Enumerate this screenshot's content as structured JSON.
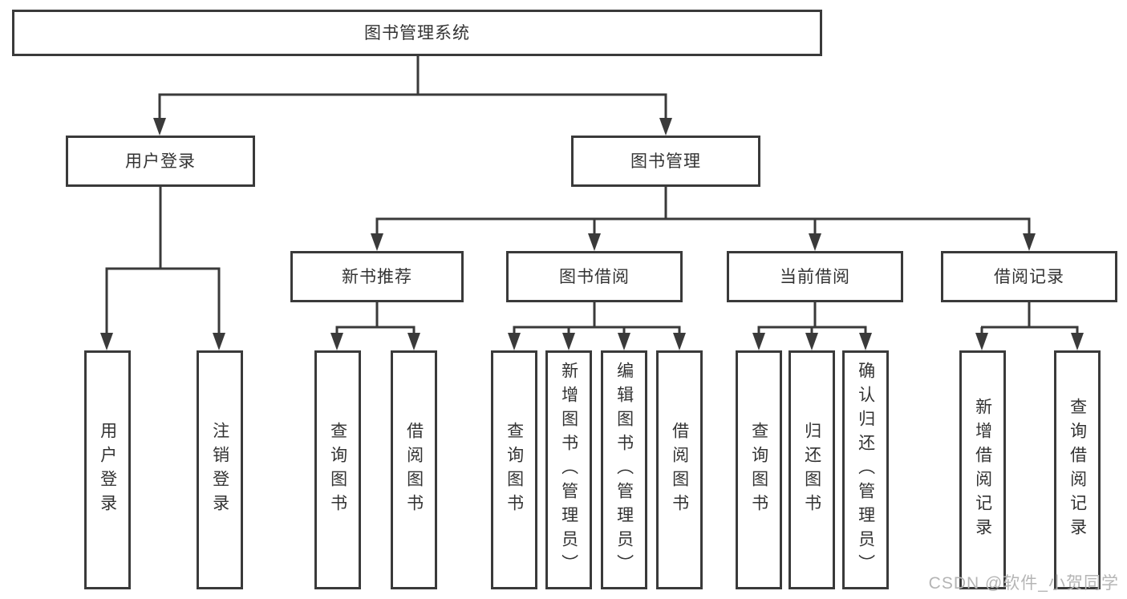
{
  "tree": {
    "root": "图书管理系统",
    "branches": [
      {
        "label": "用户登录",
        "children": [
          "用户登录",
          "注销登录"
        ]
      },
      {
        "label": "图书管理",
        "sections": [
          {
            "label": "新书推荐",
            "children": [
              "查询图书",
              "借阅图书"
            ]
          },
          {
            "label": "图书借阅",
            "children": [
              "查询图书",
              "新增图书（管理员）",
              "编辑图书（管理员）",
              "借阅图书"
            ]
          },
          {
            "label": "当前借阅",
            "children": [
              "查询图书",
              "归还图书",
              "确认归还（管理员）"
            ]
          },
          {
            "label": "借阅记录",
            "children": [
              "新增借阅记录",
              "查询借阅记录"
            ]
          }
        ]
      }
    ]
  },
  "watermark": "CSDN @软件_小贺同学",
  "colors": {
    "line": "#3a3a3a",
    "text": "#333333",
    "watermark": "#b5b5b5",
    "background": "#ffffff"
  }
}
